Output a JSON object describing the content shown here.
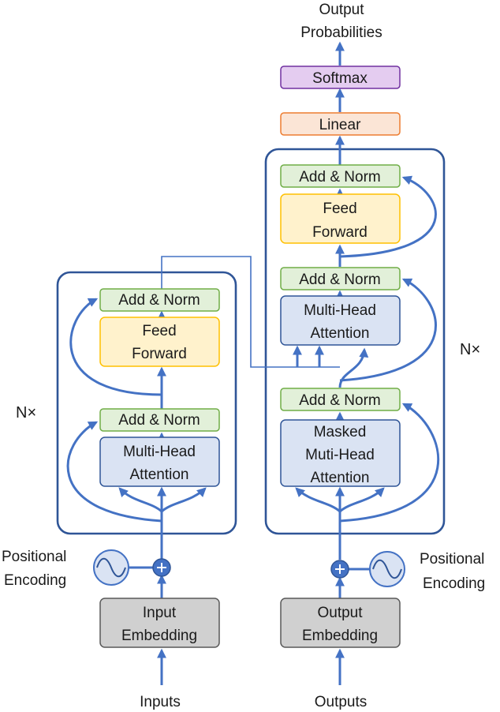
{
  "colors": {
    "flow": "#4472c4",
    "frame": "#2f5597",
    "add_norm_fill": "#e2f0d9",
    "add_norm_stroke": "#70ad47",
    "ff_fill": "#fff2cc",
    "ff_stroke": "#ffc000",
    "attn_fill": "#dae3f3",
    "attn_stroke": "#2f5597",
    "embed_fill": "#d0d0d0",
    "embed_stroke": "#595959",
    "linear_fill": "#fbe5d6",
    "linear_stroke": "#ed7d31",
    "softmax_fill": "#e4ccf0",
    "softmax_stroke": "#7030a0"
  },
  "encoder": {
    "add_norm_top": "Add & Norm",
    "feed_forward": [
      "Feed",
      "Forward"
    ],
    "add_norm_bottom": "Add & Norm",
    "attention": [
      "Multi-Head",
      "Attention"
    ],
    "repeat": "N×",
    "positional_encoding": [
      "Positional",
      "Encoding"
    ],
    "embedding": [
      "Input",
      "Embedding"
    ],
    "input_label": "Inputs"
  },
  "decoder": {
    "add_norm_top": "Add & Norm",
    "feed_forward": [
      "Feed",
      "Forward"
    ],
    "add_norm_middle": "Add & Norm",
    "cross_attention": [
      "Multi-Head",
      "Attention"
    ],
    "add_norm_bottom": "Add & Norm",
    "masked_attention": [
      "Masked",
      "Muti-Head",
      "Attention"
    ],
    "repeat": "N×",
    "positional_encoding": [
      "Positional",
      "Encoding"
    ],
    "embedding": [
      "Output",
      "Embedding"
    ],
    "input_label": "Outputs"
  },
  "head": {
    "linear": "Linear",
    "softmax": "Softmax",
    "output": [
      "Output",
      "Probabilities"
    ]
  }
}
